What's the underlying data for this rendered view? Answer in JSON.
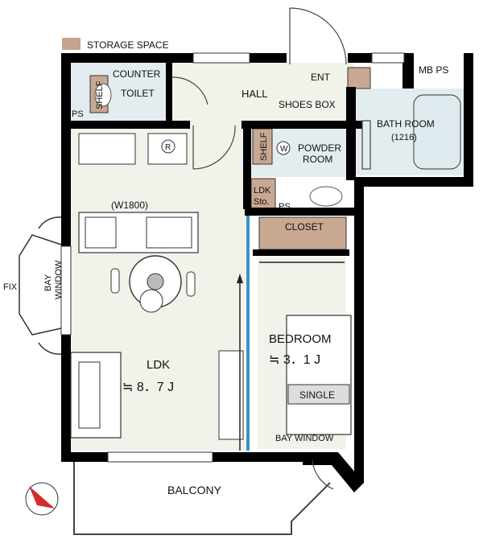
{
  "legend": {
    "swatch_color": "#c4a48e",
    "label": "STORAGE SPACE"
  },
  "colors": {
    "floor": "#f1f2ea",
    "wet_area": "#e3edf0",
    "storage": "#c9a892",
    "wall": "#000000",
    "slider_blue": "#3f90c8"
  },
  "rooms": {
    "mb_ps": "MB PS",
    "counter": "COUNTER",
    "toilet": "TOILET",
    "shelf_toilet": "SHELF",
    "ps_left": "PS",
    "ent": "ENT",
    "hall": "HALL",
    "shoes_box": "SHOES BOX",
    "bath_room": "BATH ROOM",
    "bath_size": "(1216)",
    "shelf_powder": "SHELF",
    "washer_symbol": "W",
    "powder_room": "POWDER",
    "powder_room_2": "ROOM",
    "fridge_symbol": "R",
    "ldk_sto_1": "LDK",
    "ldk_sto_2": "Sto.",
    "ps_mid": "PS",
    "closet": "CLOSET",
    "kitchen_width": "(W1800)",
    "bay_window_left_1": "BAY",
    "bay_window_left_2": "WINDOW",
    "fix": "FIX",
    "ldk": "LDK",
    "ldk_area": "≒ 8．7 J",
    "bedroom": "BEDROOM",
    "bedroom_area": "≒ 3．1 J",
    "single": "SINGLE",
    "bay_window_right": "BAY WINDOW",
    "balcony": "BALCONY"
  },
  "compass": {
    "icon": "north-arrow-icon",
    "color": "#d42a2a"
  }
}
